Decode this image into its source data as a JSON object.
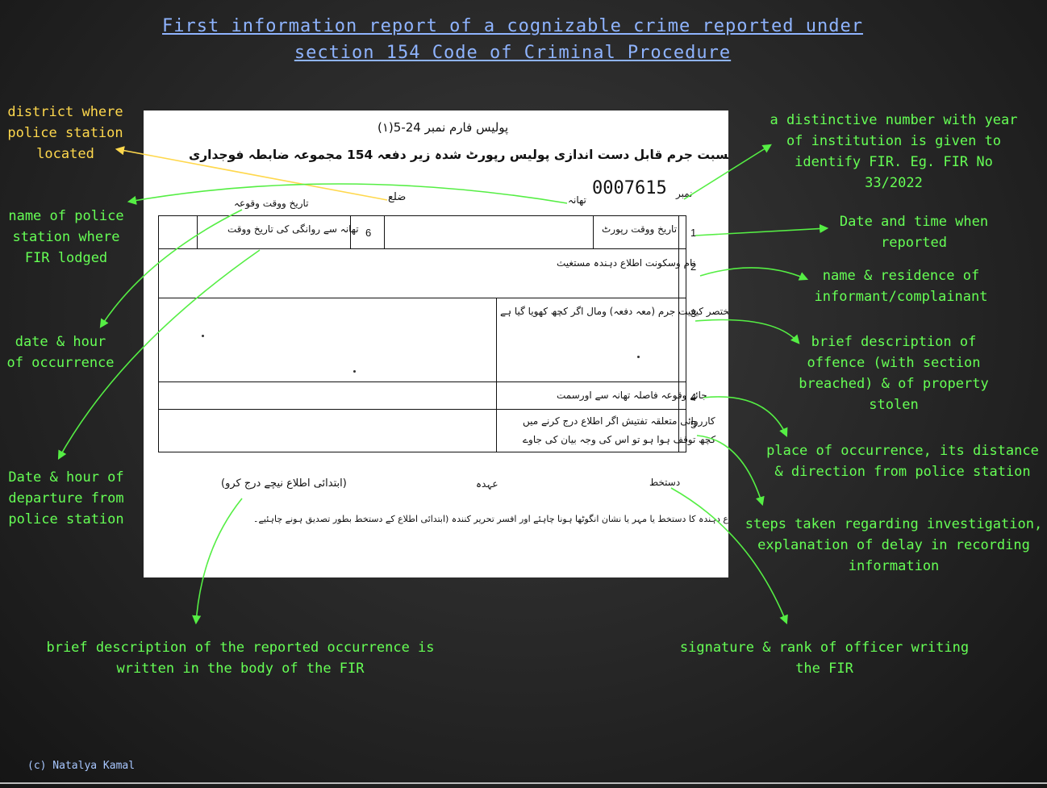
{
  "title": {
    "line1": "First information report of a cognizable crime reported under",
    "line2": "section 154 Code of Criminal Procedure"
  },
  "form": {
    "header_form_no": "پولیس فارم نمبر 24-5(۱)",
    "header_title": "ابتدائی اطلاعی رپورٹ نسبت جرم قابل دست اندازی پولیس رپورٹ شدہ زیر دفعہ 154 مجموعہ ضابطہ فوجداری",
    "fir_number": "0007615",
    "label_number": "نمبر",
    "label_police_station": "تھانہ",
    "label_district": "ضلع",
    "label_date_time_occurrence": "تاریخ ووقت وقوعہ",
    "rows": [
      {
        "num": "1",
        "text": "تاریخ ووقت رپورٹ"
      },
      {
        "num": "2",
        "text": "نام وسکونت اطلاع دہندہ مستغیث"
      },
      {
        "num": "3",
        "text": "مختصر کیفیت جرم (معہ دفعہ) ومال اگر کچھ کھویا گیا ہے"
      },
      {
        "num": "4",
        "text": "جائے وقوعہ فاصلہ تھانہ سے اورسمت"
      },
      {
        "num": "5",
        "text": "کارروائی متعلقہ تفتیش اگر اطلاع درج کرنے میں",
        "text2": "کچھ توقف ہوا ہو تو اس کی وجہ بیان کی جاوے"
      }
    ],
    "row6_num": "6",
    "row6_text": "تھانہ سے روانگی کی تاریخ ووقت",
    "label_first_info": "(ابتدائی اطلاع نیچے درج کرو)",
    "label_rank": "عہدہ",
    "label_signature": "دستخط",
    "note": "نوٹ: اطلاع کے نیچے اطلاع دہندہ کا دستخط یا مہر یا نشان انگوٹھا ہونا چاہئے اور افسر تحریر کنندہ (ابتدائی اطلاع کے دستخط بطور تصدیق ہونے چاہئیے۔"
  },
  "annotations": {
    "district": "district where\npolice station\nlocated",
    "police_station": "name of police\nstation where\nFIR lodged",
    "date_occurrence": "date & hour\nof occurrence",
    "departure": "Date & hour of\ndeparture from\npolice station",
    "body": "brief description of the reported occurrence is\nwritten in the body of the FIR",
    "fir_number": "a distinctive number with year\nof institution is given to\nidentify FIR. Eg. FIR No\n33/2022",
    "reported": "Date and time when\nreported",
    "informant": "name & residence of\ninformant/complainant",
    "offence": "brief description of\noffence (with section\nbreached) & of property\nstolen",
    "place": "place of occurrence, its distance\n& direction from police station",
    "steps": "steps taken regarding investigation,\nexplanation of delay in recording\ninformation",
    "signature": "signature & rank of officer writing\nthe FIR"
  },
  "credit": "(c) Natalya Kamal",
  "colors": {
    "annotation": "#66ff55",
    "district": "#ffd84d",
    "title": "#8fb4ff",
    "background": "#2b2b2b"
  }
}
